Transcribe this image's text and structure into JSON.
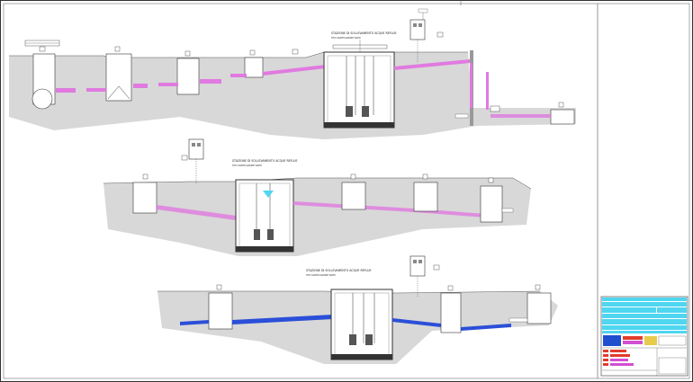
{
  "sections": [
    {
      "id": "top",
      "label": "STAZIONE DI SOLLEVAMENTO ACQUE REFLUE",
      "sublabel": "TIPO SANIFICAZIONE WWW",
      "pipe_color": "#e07ae0"
    },
    {
      "id": "middle",
      "label": "STAZIONE DI SOLLEVAMENTO ACQUE REFLUE",
      "sublabel": "TIPO SANIFICAZIONE WWW",
      "pipe_color": "#e07ae0"
    },
    {
      "id": "bottom",
      "label": "STAZIONE DI SOLLEVAMENTO ACQUE REFLUE",
      "sublabel": "TIPO SANIFICAZIONE WWW",
      "pipe_color": "#2b4fd8"
    }
  ],
  "colors": {
    "frame": "#333333",
    "ground": "#555555",
    "tb_cyan": "#4fd6f0",
    "tb_logo_blue": "#1f4fcf",
    "tb_red": "#e23b2b",
    "tb_magenta": "#d24fd2",
    "tb_yellow": "#e6c53a"
  }
}
